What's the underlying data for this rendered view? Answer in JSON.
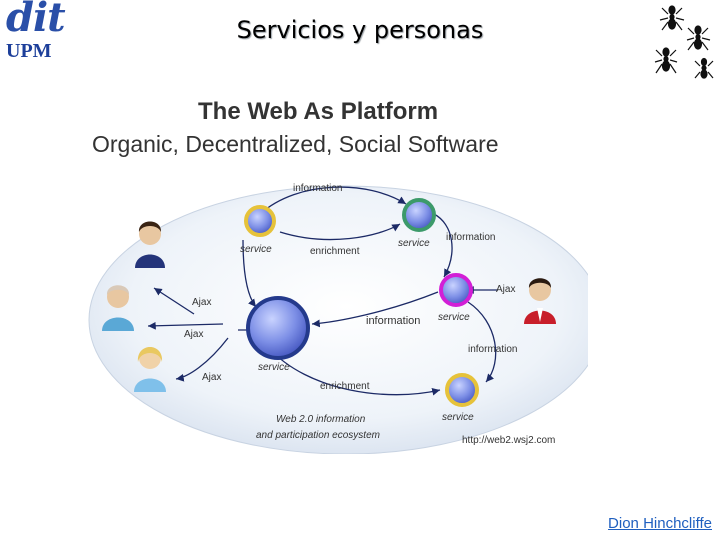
{
  "logo": {
    "line1": "dit",
    "line2": "UPM"
  },
  "slide": {
    "title": "Servicios y personas"
  },
  "figure": {
    "title": "The Web As Platform",
    "subtitle": "Organic, Decentralized, Social Software",
    "labels": {
      "information_top": "information",
      "service_left_top": "service",
      "enrichment_top": "enrichment",
      "service_mid_top": "service",
      "information_right_top": "information",
      "ajax_right": "Ajax",
      "service_magenta": "service",
      "information_center": "information",
      "information_right_low": "information",
      "ajax_left_1": "Ajax",
      "ajax_left_2": "Ajax",
      "ajax_left_3": "Ajax",
      "service_big": "service",
      "enrichment_bottom": "enrichment",
      "service_bottom": "service",
      "ecosystem_line1": "Web 2.0 information",
      "ecosystem_line2": "and participation ecosystem",
      "url": "http://web2.wsj2.com"
    },
    "colors": {
      "node_fill": "#7d8fe6",
      "ring_yellow": "#e6c23a",
      "ring_green": "#3c9a6a",
      "ring_magenta": "#d21fd6",
      "ring_navy": "#243a8c",
      "ellipse": "#e8eef6"
    }
  },
  "credit": {
    "text": "Dion Hinchcliffe"
  },
  "icons": [
    "ant-icon",
    "person-icon"
  ]
}
